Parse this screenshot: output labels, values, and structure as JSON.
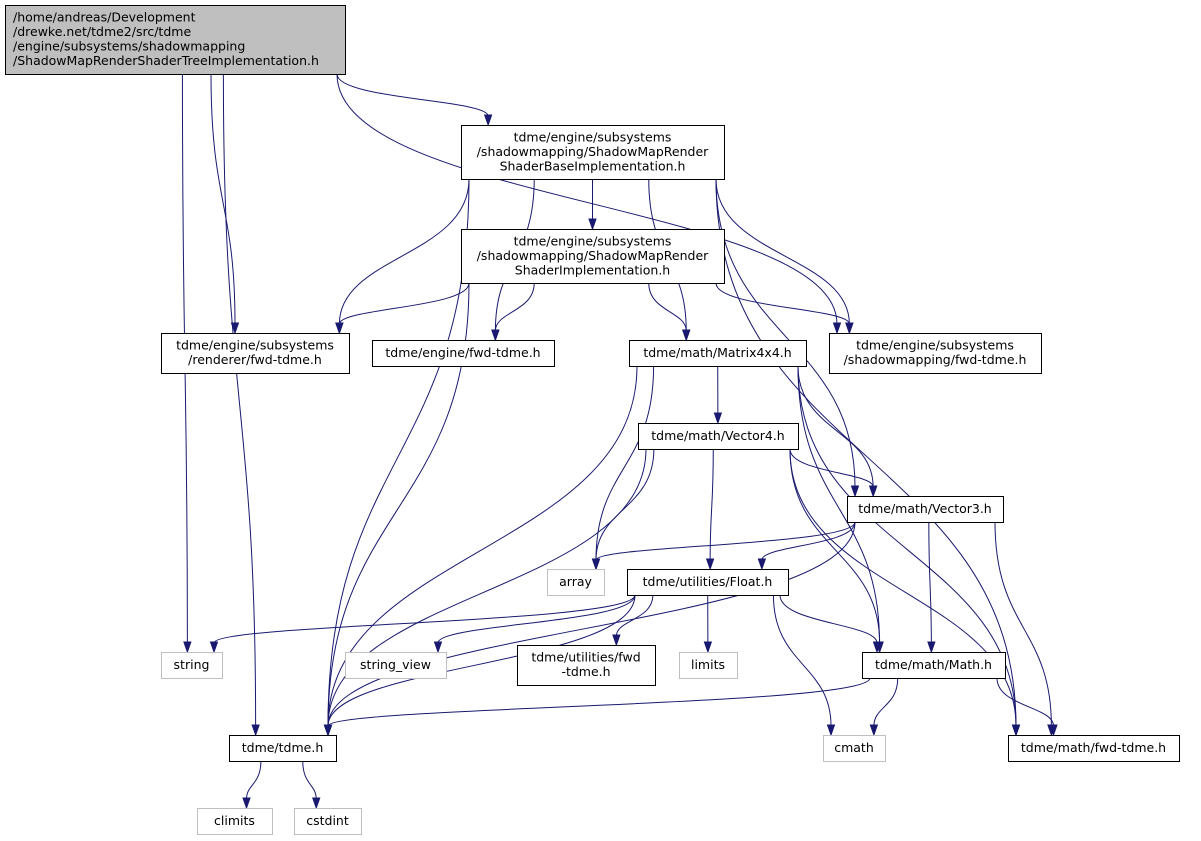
{
  "graph": {
    "nodes": [
      {
        "id": "root",
        "kind": "root",
        "lines": [
          "/home/andreas/Development",
          "/drewke.net/tdme2/src/tdme",
          "/engine/subsystems/shadowmapping",
          "/ShadowMapRenderShaderTreeImplementation.h"
        ]
      },
      {
        "id": "base",
        "kind": "local",
        "lines": [
          "tdme/engine/subsystems",
          "/shadowmapping/ShadowMapRender",
          "ShaderBaseImplementation.h"
        ]
      },
      {
        "id": "impl",
        "kind": "local",
        "lines": [
          "tdme/engine/subsystems",
          "/shadowmapping/ShadowMapRender",
          "ShaderImplementation.h"
        ]
      },
      {
        "id": "renderer_fwd",
        "kind": "local",
        "lines": [
          "tdme/engine/subsystems",
          "/renderer/fwd-tdme.h"
        ]
      },
      {
        "id": "engine_fwd",
        "kind": "local",
        "lines": [
          "tdme/engine/fwd-tdme.h"
        ]
      },
      {
        "id": "matrix",
        "kind": "local",
        "lines": [
          "tdme/math/Matrix4x4.h"
        ]
      },
      {
        "id": "shadow_fwd",
        "kind": "local",
        "lines": [
          "tdme/engine/subsystems",
          "/shadowmapping/fwd-tdme.h"
        ]
      },
      {
        "id": "vector4",
        "kind": "local",
        "lines": [
          "tdme/math/Vector4.h"
        ]
      },
      {
        "id": "vector3",
        "kind": "local",
        "lines": [
          "tdme/math/Vector3.h"
        ]
      },
      {
        "id": "array",
        "kind": "system",
        "lines": [
          "array"
        ]
      },
      {
        "id": "float",
        "kind": "local",
        "lines": [
          "tdme/utilities/Float.h"
        ]
      },
      {
        "id": "string",
        "kind": "system",
        "lines": [
          "string"
        ]
      },
      {
        "id": "string_view",
        "kind": "system",
        "lines": [
          "string_view"
        ]
      },
      {
        "id": "util_fwd",
        "kind": "local",
        "lines": [
          "tdme/utilities/fwd",
          "-tdme.h"
        ]
      },
      {
        "id": "limits",
        "kind": "system",
        "lines": [
          "limits"
        ]
      },
      {
        "id": "math",
        "kind": "local",
        "lines": [
          "tdme/math/Math.h"
        ]
      },
      {
        "id": "tdme",
        "kind": "local",
        "lines": [
          "tdme/tdme.h"
        ]
      },
      {
        "id": "cmath",
        "kind": "system",
        "lines": [
          "cmath"
        ]
      },
      {
        "id": "math_fwd",
        "kind": "local",
        "lines": [
          "tdme/math/fwd-tdme.h"
        ]
      },
      {
        "id": "climits",
        "kind": "system",
        "lines": [
          "climits"
        ]
      },
      {
        "id": "cstdint",
        "kind": "system",
        "lines": [
          "cstdint"
        ]
      }
    ],
    "edges": [
      [
        "root",
        "base"
      ],
      [
        "root",
        "renderer_fwd"
      ],
      [
        "root",
        "string"
      ],
      [
        "root",
        "tdme"
      ],
      [
        "root",
        "shadow_fwd"
      ],
      [
        "base",
        "impl"
      ],
      [
        "base",
        "renderer_fwd"
      ],
      [
        "base",
        "engine_fwd"
      ],
      [
        "base",
        "matrix"
      ],
      [
        "base",
        "shadow_fwd"
      ],
      [
        "base",
        "vector3"
      ],
      [
        "base",
        "tdme"
      ],
      [
        "base",
        "math_fwd"
      ],
      [
        "impl",
        "renderer_fwd"
      ],
      [
        "impl",
        "engine_fwd"
      ],
      [
        "impl",
        "matrix"
      ],
      [
        "impl",
        "shadow_fwd"
      ],
      [
        "impl",
        "tdme"
      ],
      [
        "matrix",
        "vector4"
      ],
      [
        "matrix",
        "array"
      ],
      [
        "matrix",
        "vector3"
      ],
      [
        "matrix",
        "math"
      ],
      [
        "matrix",
        "tdme"
      ],
      [
        "matrix",
        "math_fwd"
      ],
      [
        "vector4",
        "vector3"
      ],
      [
        "vector4",
        "array"
      ],
      [
        "vector4",
        "float"
      ],
      [
        "vector4",
        "math"
      ],
      [
        "vector4",
        "tdme"
      ],
      [
        "vector4",
        "math_fwd"
      ],
      [
        "vector3",
        "array"
      ],
      [
        "vector3",
        "float"
      ],
      [
        "vector3",
        "math"
      ],
      [
        "vector3",
        "tdme"
      ],
      [
        "vector3",
        "math_fwd"
      ],
      [
        "float",
        "string"
      ],
      [
        "float",
        "string_view"
      ],
      [
        "float",
        "util_fwd"
      ],
      [
        "float",
        "limits"
      ],
      [
        "float",
        "math"
      ],
      [
        "float",
        "cmath"
      ],
      [
        "float",
        "tdme"
      ],
      [
        "math",
        "cmath"
      ],
      [
        "math",
        "math_fwd"
      ],
      [
        "math",
        "tdme"
      ],
      [
        "tdme",
        "climits"
      ],
      [
        "tdme",
        "cstdint"
      ]
    ]
  },
  "colors": {
    "edge": "#191970",
    "root_fill": "#bfbfbf",
    "system_border": "#bfbfbf"
  }
}
